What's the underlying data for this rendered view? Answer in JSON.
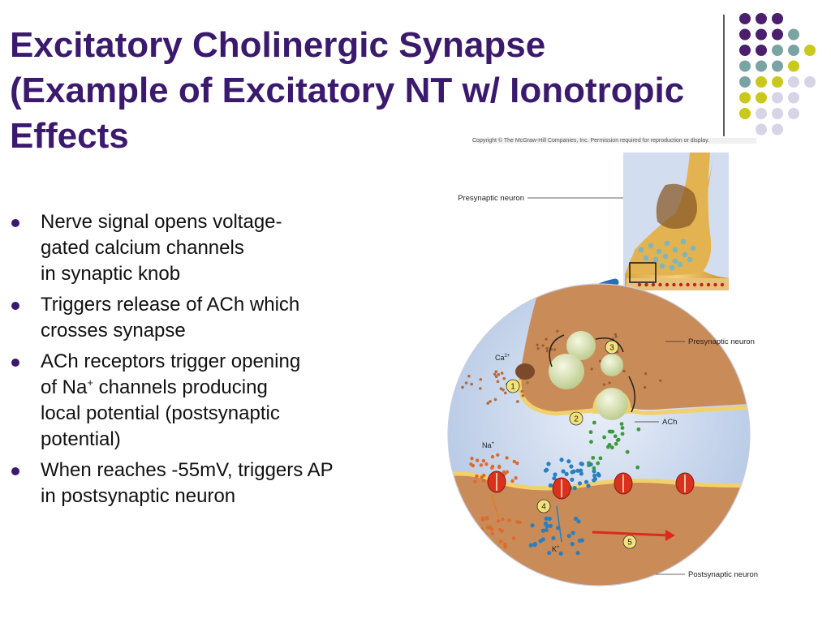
{
  "slide": {
    "title_lines": [
      "Excitatory Cholinergic Synapse",
      "(Example of Excitatory NT w/ Ionotropic",
      "Effects"
    ],
    "bullets": [
      {
        "lines": [
          "Nerve signal opens voltage-",
          "gated calcium channels",
          "in synaptic knob"
        ]
      },
      {
        "lines": [
          "Triggers release of ACh which",
          "crosses synapse"
        ]
      },
      {
        "lines": [
          "ACh receptors trigger opening",
          "of Na",
          "channels producing",
          "local potential (postsynaptic",
          "potential)"
        ],
        "sup": "+"
      },
      {
        "lines": [
          "When reaches -55mV, triggers AP",
          "in postsynaptic neuron"
        ]
      }
    ]
  },
  "figure": {
    "copyright": "Copyright © The McGraw-Hill Companies, Inc. Permission required for reproduction or display.",
    "labels": {
      "presynaptic_top": "Presynaptic neuron",
      "presynaptic_mid": "Presynaptic neuron",
      "postsynaptic": "Postsynaptic neuron",
      "ach": "ACh",
      "ca": "Ca",
      "ca_sup": "2+",
      "na": "Na",
      "na_sup": "+",
      "k": "K",
      "k_sup": "+",
      "step1": "1",
      "step2": "2",
      "step3": "3",
      "step4": "4",
      "step5": "5"
    }
  },
  "colors": {
    "title": "#3b1a6e",
    "dot_purple": "#4b1e6e",
    "dot_teal": "#7aa3a6",
    "dot_yellow": "#c9c81e",
    "dot_lavender": "#d6d4e6"
  }
}
